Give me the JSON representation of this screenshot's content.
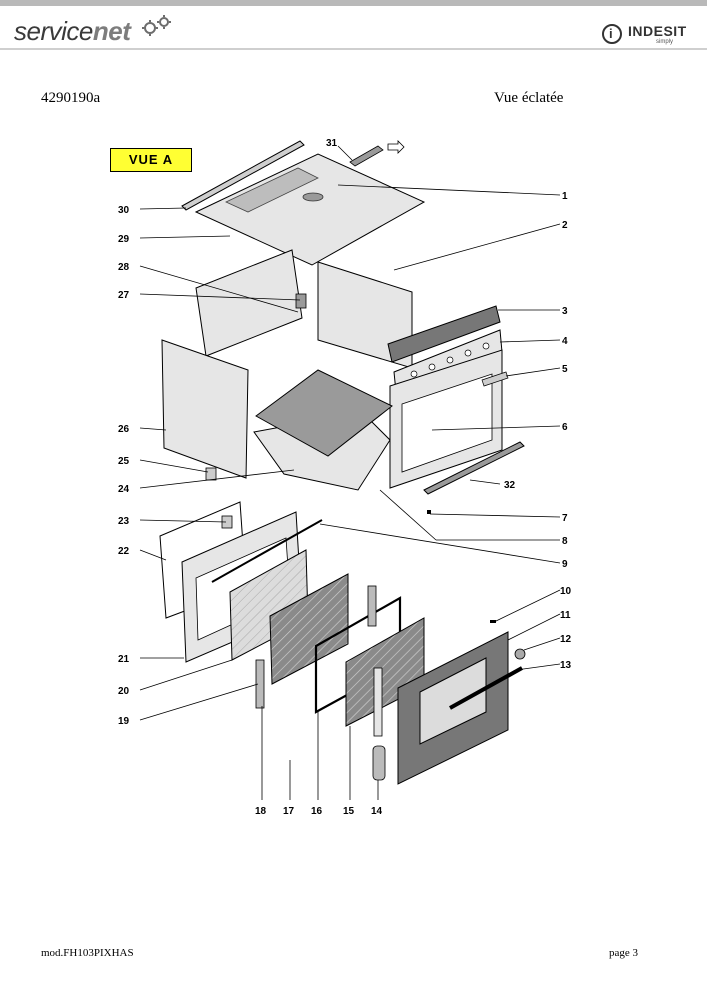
{
  "header": {
    "brand_left_part1": "service",
    "brand_left_part2": "net",
    "brand_right_name": "INDESIT",
    "brand_right_sub": "simply",
    "brand_right_mark": "i"
  },
  "document": {
    "reference": "4290190a",
    "title": "Vue éclatée"
  },
  "diagram": {
    "view_label": "VUE A",
    "callouts": [
      "1",
      "2",
      "3",
      "4",
      "5",
      "6",
      "7",
      "8",
      "9",
      "10",
      "11",
      "12",
      "13",
      "14",
      "15",
      "16",
      "17",
      "18",
      "19",
      "20",
      "21",
      "22",
      "23",
      "24",
      "25",
      "26",
      "27",
      "28",
      "29",
      "30",
      "31",
      "32"
    ]
  },
  "footer": {
    "model": "mod.FH103PIXHAS",
    "page": "page 3"
  },
  "colors": {
    "topbar": "#b9b9b9",
    "view_label_bg": "#ffff33",
    "part_fill": "#e6e6e6",
    "glass_fill": "#8a8a8a"
  }
}
